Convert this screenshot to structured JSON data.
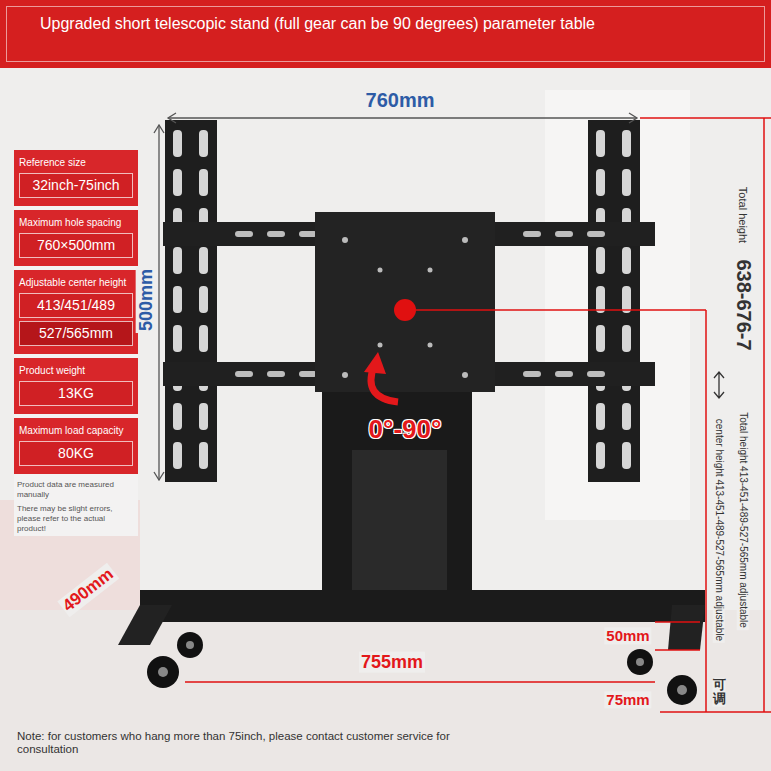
{
  "diagram": {
    "title": "Upgraded short telescopic stand (full gear can be 90 degrees) parameter table",
    "nodes": [
      {
        "text": [
          "Product data are measured manually",
          "There may be slight errors, please refer to the actual product!"
        ]
      },
      {
        "text": [
          "Reference size",
          "32inch-75inch"
        ],
        "in": 0
      },
      {
        "text": [
          "Maximum hole spacing",
          "760×500mm"
        ],
        "in": 0
      },
      {
        "text": [
          "Adjustable center height",
          "413/451/489",
          "527/565mm"
        ],
        "in": 0
      },
      {
        "text": [
          "Product weight",
          "13KG"
        ],
        "in": 0
      },
      {
        "text": [
          "Maximum load capacity",
          "80KG"
        ],
        "in": 0
      }
    ],
    "labels": [
      "760mm",
      "500mm",
      "0°-90°",
      "Total height",
      "638-676-7",
      "Total height 413-451-489-527-565mm adjustable",
      "center height 413-451-489-527-565mm adjustable",
      "可调",
      "490mm",
      "755mm",
      "50mm",
      "75mm",
      "Note: for customers who hang more than 75inch, please contact customer service for consultation"
    ]
  }
}
